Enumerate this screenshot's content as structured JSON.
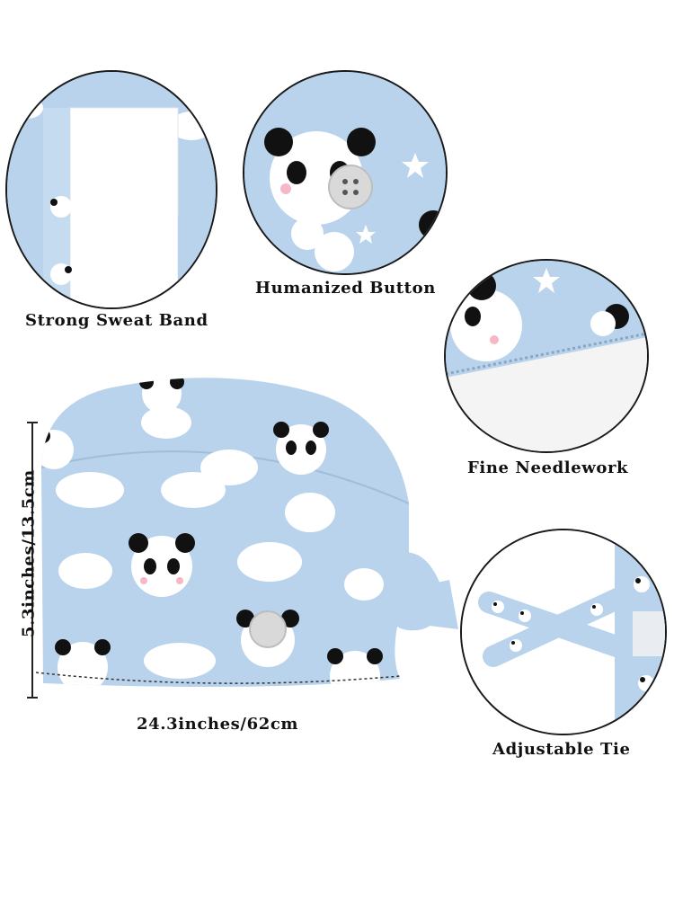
{
  "labels": {
    "sweat_band": "Strong Sweat Band",
    "button": "Humanized Button",
    "needlework": "Fine Needlework",
    "tie": "Adjustable Tie",
    "height": "5.3inches/13.5cm",
    "width": "24.3inches/62cm"
  },
  "colors": {
    "fabric": "#b9d3ec",
    "cloud": "#ffffff",
    "band": "#ffffff",
    "button": "#d9d9d9",
    "border": "#1a1a1a"
  }
}
